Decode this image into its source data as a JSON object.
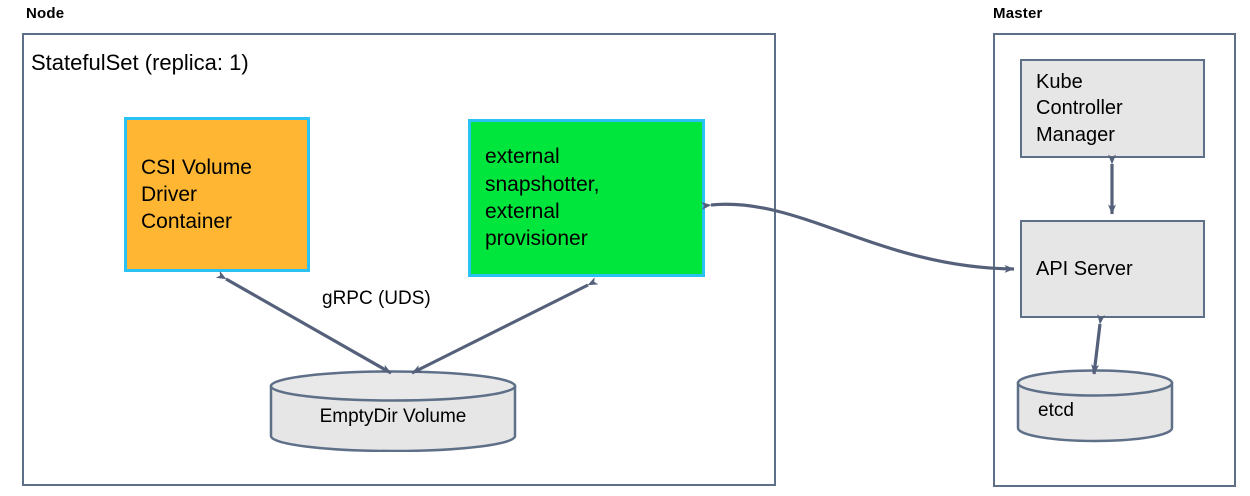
{
  "diagram": {
    "title_groups": [
      {
        "name": "node",
        "label": "Node"
      },
      {
        "name": "master",
        "label": "Master"
      }
    ],
    "node": {
      "group_label": "Node",
      "statefulset_title": "StatefulSet (replica: 1)",
      "csi_driver": {
        "label": "CSI Volume Driver Container",
        "lines": [
          "CSI Volume",
          "Driver",
          "Container"
        ],
        "fill": "#ffb733",
        "border": "#29c2f2"
      },
      "sidecars": {
        "label": "external snapshotter, external provisioner",
        "lines": [
          "external",
          "snapshotter,",
          "external",
          "provisioner"
        ],
        "fill": "#00e63d",
        "border": "#29c2f2"
      },
      "volume": {
        "label": "EmptyDir Volume",
        "fill": "#e6e6e6",
        "border": "#5e6f88"
      },
      "edge_label": "gRPC (UDS)"
    },
    "master": {
      "group_label": "Master",
      "kube_controller_manager": {
        "label": "Kube Controller Manager",
        "lines": [
          "Kube",
          "Controller",
          "Manager"
        ],
        "fill": "#e6e6e6",
        "border": "#5e6f88"
      },
      "api_server": {
        "label": "API Server",
        "lines": [
          "API Server"
        ],
        "fill": "#e6e6e6",
        "border": "#5e6f88"
      },
      "etcd": {
        "label": "etcd",
        "fill": "#e6e6e6",
        "border": "#5e6f88"
      }
    },
    "connections": [
      {
        "name": "csi-to-emptydir",
        "from": "CSI Volume Driver Container",
        "to": "EmptyDir Volume",
        "label": "gRPC (UDS)",
        "bidirectional": true
      },
      {
        "name": "sidecars-to-emptydir",
        "from": "external snapshotter, external provisioner",
        "to": "EmptyDir Volume",
        "label": "",
        "bidirectional": true
      },
      {
        "name": "sidecars-to-apiserver",
        "from": "external snapshotter, external provisioner",
        "to": "API Server",
        "label": "",
        "bidirectional": true
      },
      {
        "name": "kcm-to-apiserver",
        "from": "Kube Controller Manager",
        "to": "API Server",
        "label": "",
        "bidirectional": true
      },
      {
        "name": "apiserver-to-etcd",
        "from": "API Server",
        "to": "etcd",
        "label": "",
        "bidirectional": true
      }
    ],
    "colors": {
      "arrow": "#55607a",
      "container_border": "#5e6f88",
      "accent_cyan": "#29c2f2",
      "accent_orange": "#ffb733",
      "accent_green": "#00e63d",
      "gray_fill": "#e6e6e6",
      "background": "#ffffff"
    }
  }
}
